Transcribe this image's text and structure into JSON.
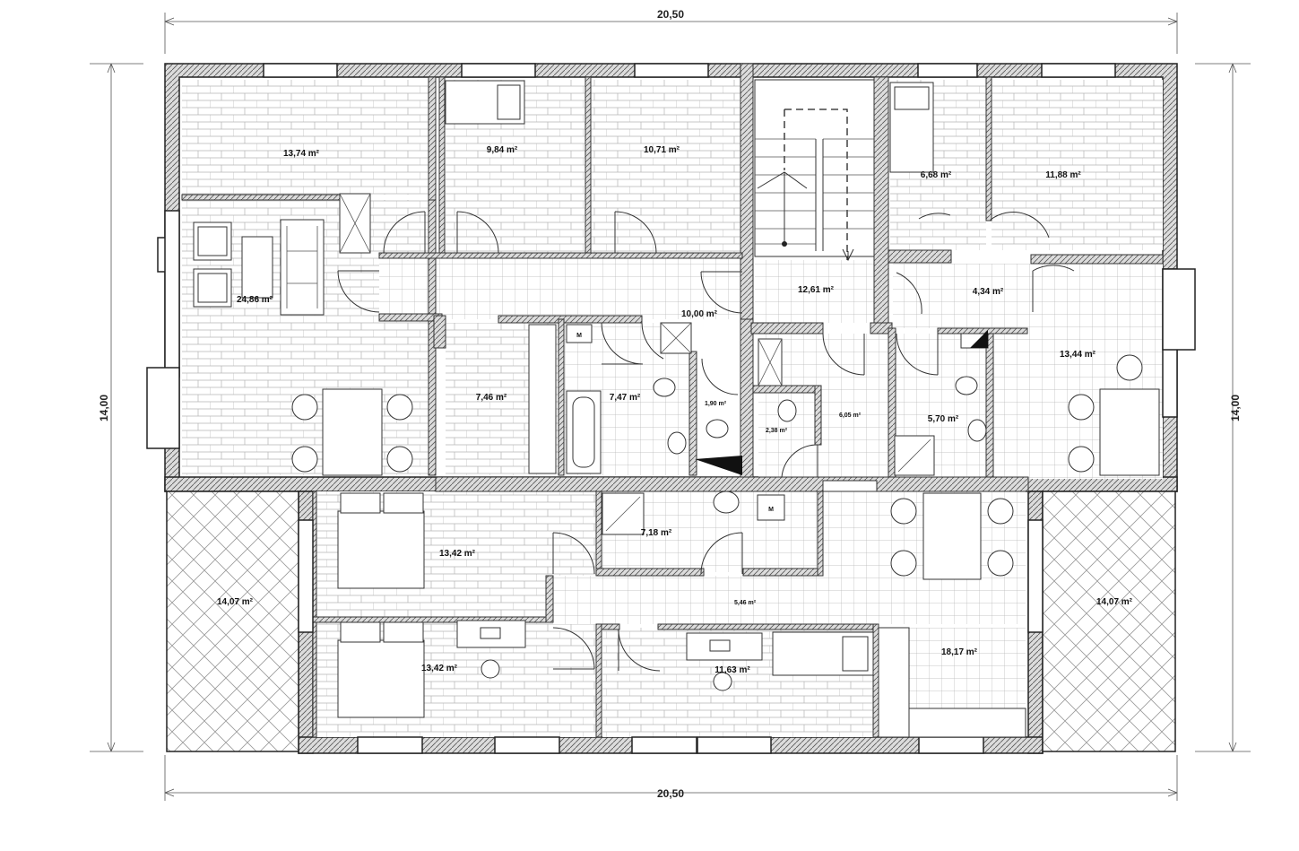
{
  "dimensions": {
    "top_width": "20,50",
    "bottom_width": "20,50",
    "left_height": "14,00",
    "right_height": "14,00"
  },
  "rooms": {
    "r1": "13,74 m²",
    "r2": "9,84 m²",
    "r3": "10,71 m²",
    "r4": "6,68 m²",
    "r5": "11,88 m²",
    "r6": "24,86 m²",
    "r7": "10,00 m²",
    "r8": "12,61 m²",
    "r9": "4,34 m²",
    "r10": "13,44 m²",
    "r11": "7,46 m²",
    "r12": "7,47 m²",
    "r13": "1,90 m²",
    "r14": "2,38 m²",
    "r15": "6,05 m²",
    "r16": "5,70 m²",
    "r17": "13,42 m²",
    "r18": "7,18 m²",
    "r19": "14,07 m²",
    "r20": "14,07 m²",
    "r21": "5,46 m²",
    "r22": "13,42 m²",
    "r23": "11,63 m²",
    "r24": "18,17 m²"
  },
  "fixture_labels": {
    "m1": "M",
    "m2": "M"
  }
}
